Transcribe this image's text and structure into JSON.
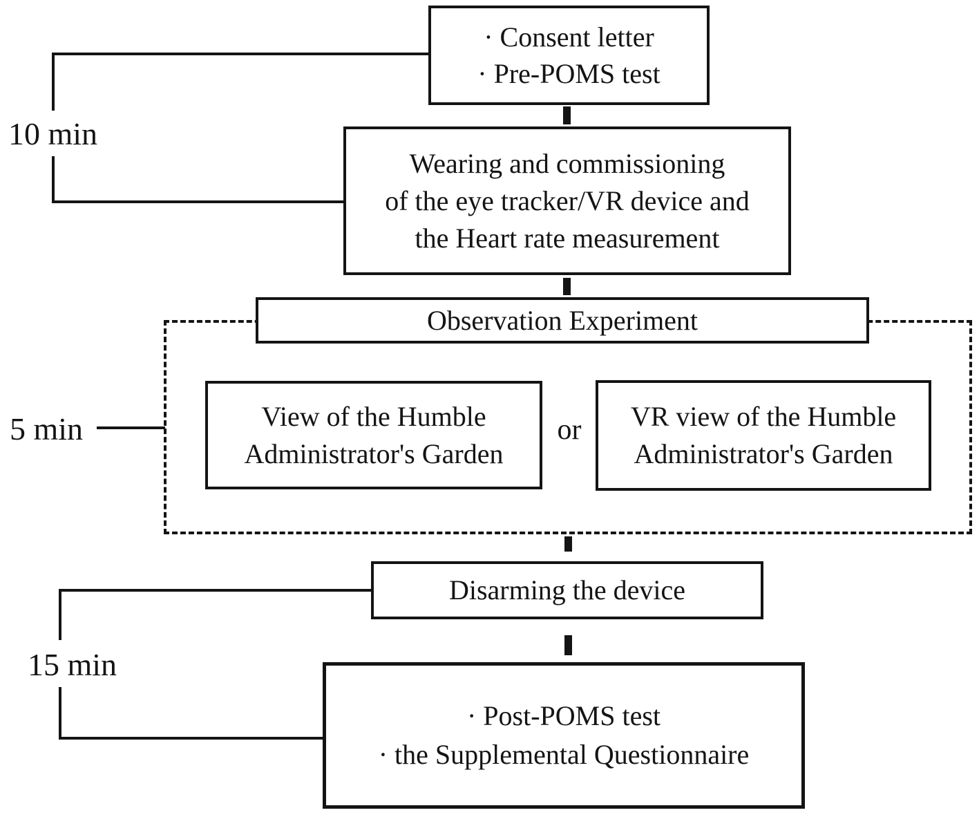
{
  "steps": {
    "consent": {
      "lines": [
        "· Consent letter",
        "· Pre-POMS test"
      ]
    },
    "wearing": {
      "lines": [
        "Wearing and commissioning",
        "of the eye tracker/VR device and",
        "the Heart rate measurement"
      ]
    },
    "observation": {
      "title": "Observation Experiment"
    },
    "view_real": {
      "lines": [
        "View of the Humble",
        "Administrator's Garden"
      ]
    },
    "or_label": "or",
    "view_vr": {
      "lines": [
        "VR view of the Humble",
        "Administrator's Garden"
      ]
    },
    "disarming": {
      "title": "Disarming the device"
    },
    "post": {
      "lines": [
        "· Post-POMS test",
        "·  the Supplemental Questionnaire"
      ]
    }
  },
  "durations": {
    "phase1": "10 min",
    "phase2": "5 min",
    "phase3": "15 min"
  },
  "colors": {
    "line": "#141414",
    "background": "#ffffff"
  }
}
